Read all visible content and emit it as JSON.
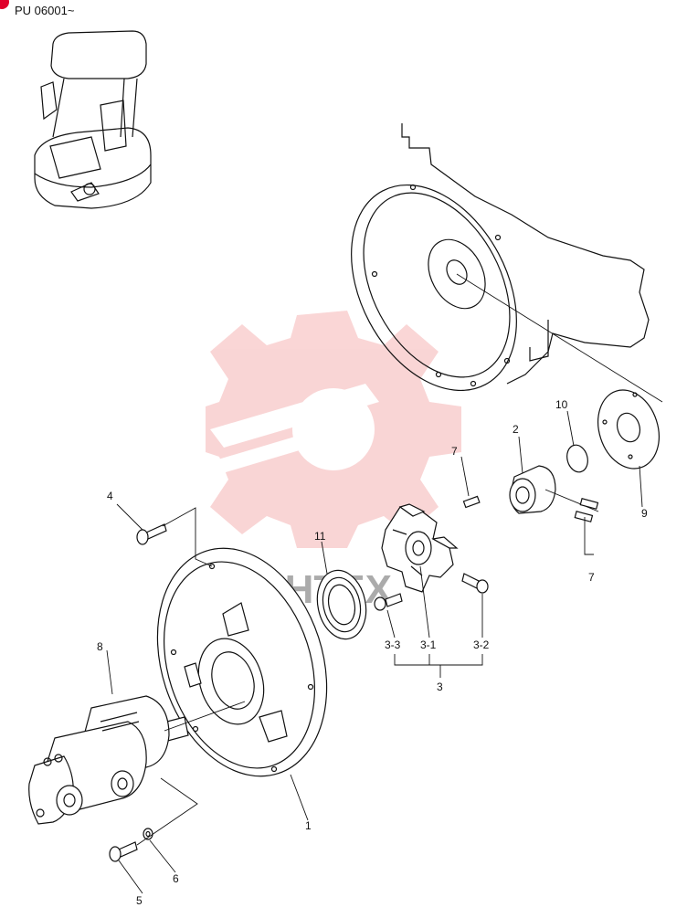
{
  "header": {
    "serial_range": "PU 06001~",
    "corner_mark_color": "#e0002a"
  },
  "watermark": {
    "text": "ИНТЕХ",
    "icon": "gear-wrench-icon",
    "color": "#f08a8a"
  },
  "parts": [
    {
      "callout": "1"
    },
    {
      "callout": "2"
    },
    {
      "callout": "3"
    },
    {
      "callout": "3-1"
    },
    {
      "callout": "3-2"
    },
    {
      "callout": "3-3"
    },
    {
      "callout": "4"
    },
    {
      "callout": "5"
    },
    {
      "callout": "6"
    },
    {
      "callout": "7"
    },
    {
      "callout": "7"
    },
    {
      "callout": "8"
    },
    {
      "callout": "9"
    },
    {
      "callout": "10"
    },
    {
      "callout": "11"
    }
  ]
}
